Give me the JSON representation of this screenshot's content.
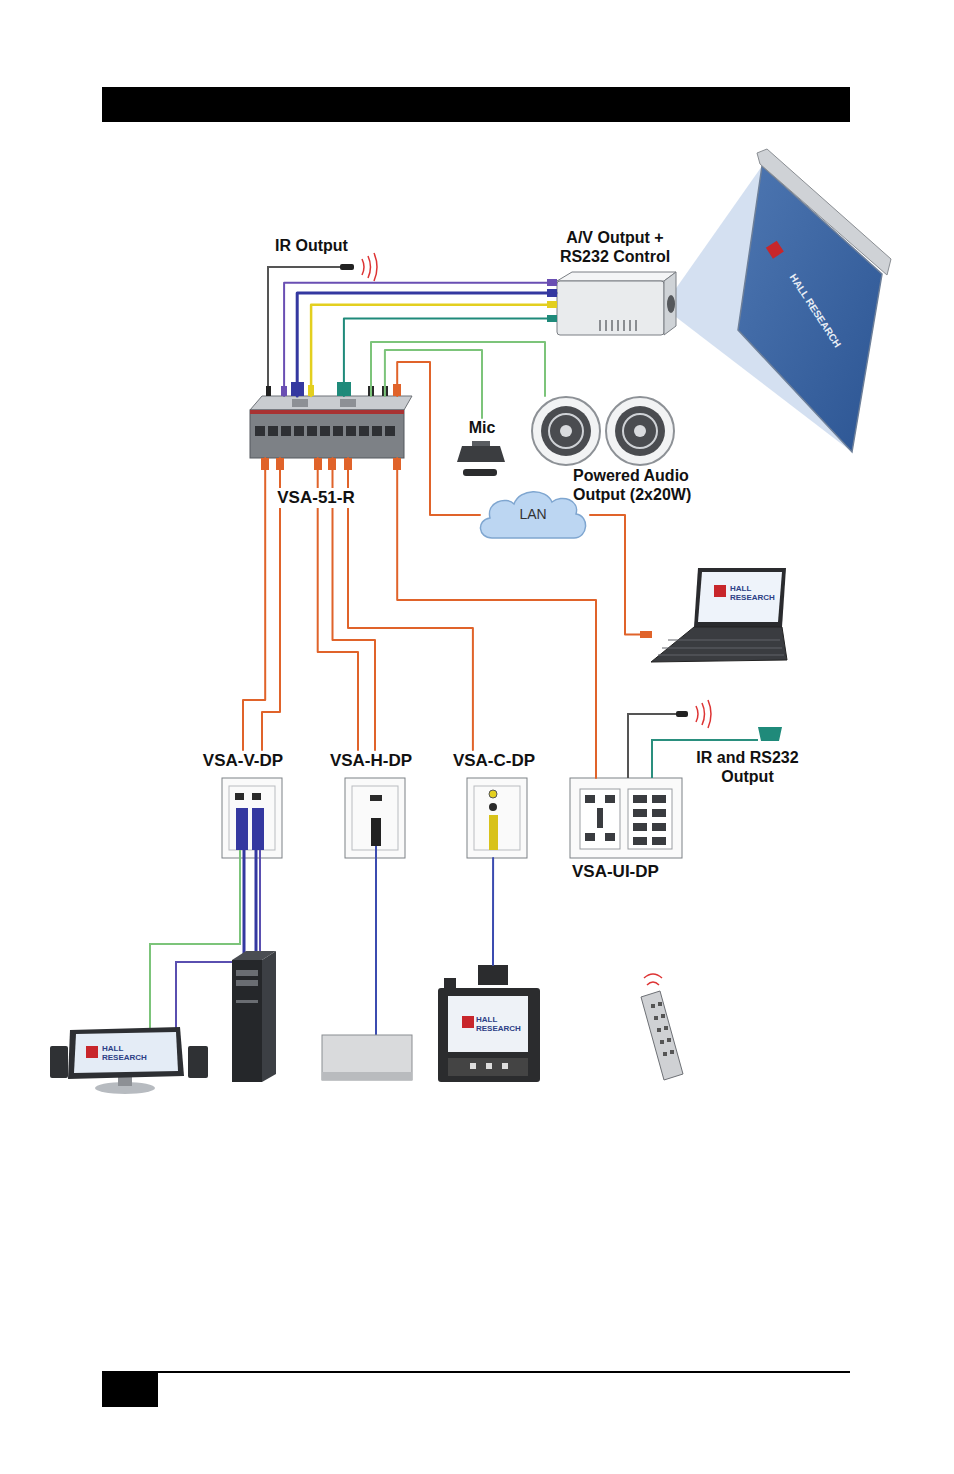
{
  "diagram": {
    "nodes": [
      {
        "text": [
          "A/V Output + RS232 Control"
        ]
      },
      {
        "text": [
          "VSA-51-R"
        ]
      },
      {
        "text": [
          "Mic"
        ]
      },
      {
        "text": [
          "Powered Audio Output (2x20W)"
        ]
      },
      {
        "text": [
          "LAN"
        ]
      },
      {
        "text": [
          "HALL RESEARCH"
        ]
      },
      {
        "text": [
          "VSA-V-DP"
        ]
      },
      {
        "text": [
          "VSA-H-DP"
        ]
      },
      {
        "text": [
          "VSA-C-DP"
        ]
      },
      {
        "text": [
          "VSA-UI-DP"
        ]
      },
      {
        "text": [
          "HALL RESEARCH"
        ]
      }
    ],
    "edges": [
      {
        "from": 1,
        "to": 0,
        "arrow": "none"
      },
      {
        "from": 1,
        "to": 0,
        "arrow": "none"
      },
      {
        "from": 1,
        "to": 0,
        "arrow": "none"
      },
      {
        "from": 1,
        "to": 0,
        "arrow": "none"
      },
      {
        "from": 1,
        "to": 2,
        "arrow": "none"
      },
      {
        "from": 1,
        "to": 3,
        "arrow": "none"
      },
      {
        "from": 1,
        "to": 4,
        "arrow": "none"
      },
      {
        "from": 4,
        "to": 5,
        "arrow": "none"
      },
      {
        "from": 1,
        "to": 6,
        "arrow": "none"
      },
      {
        "from": 1,
        "to": 6,
        "arrow": "none"
      },
      {
        "from": 1,
        "to": 7,
        "arrow": "none"
      },
      {
        "from": 1,
        "to": 7,
        "arrow": "none"
      },
      {
        "from": 1,
        "to": 8,
        "arrow": "none"
      },
      {
        "from": 1,
        "to": 9,
        "arrow": "none"
      },
      {
        "from": 8,
        "to": 10,
        "arrow": "none"
      }
    ],
    "labels": [
      "IR Output",
      "HALL RESEARCH",
      "IR and RS232 Output",
      "HALL RESEARCH"
    ]
  }
}
